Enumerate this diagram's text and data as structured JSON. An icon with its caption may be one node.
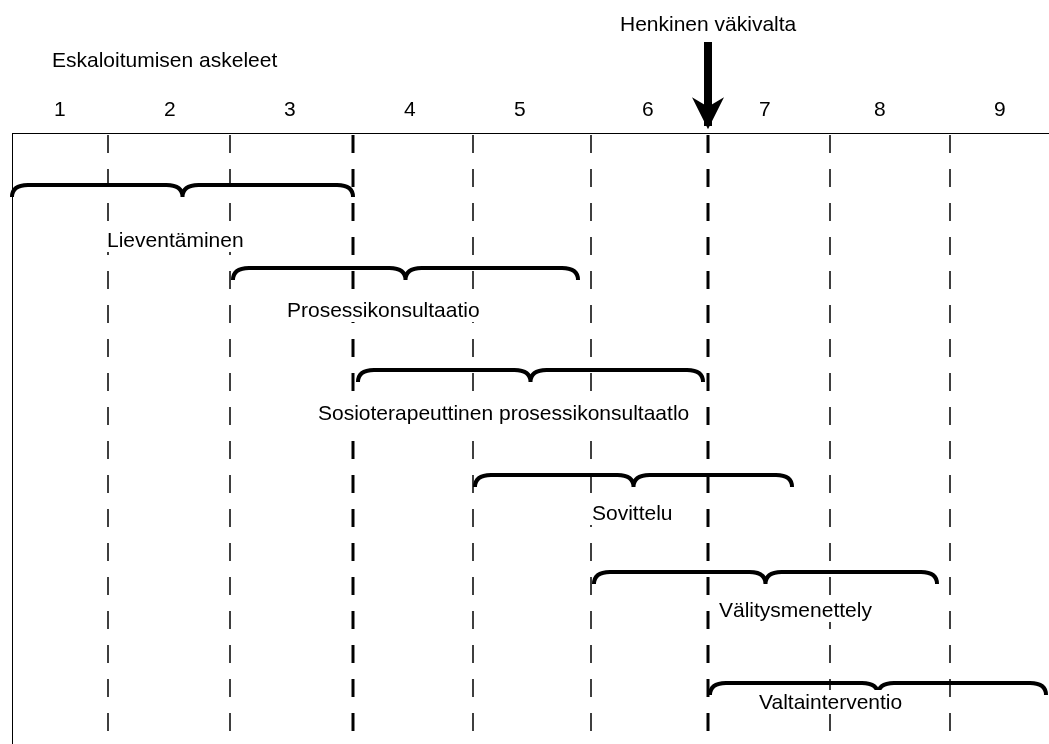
{
  "diagram": {
    "nodes": [
      {
        "text": [
          "Henkinen väkivalta"
        ]
      },
      {
        "text": [],
        "shape": "box"
      }
    ],
    "edges": [
      {
        "from": 0,
        "to": 1,
        "arrow": "to"
      }
    ],
    "labels": [
      "Eskaloitumisen askeleet",
      "1",
      "2",
      "3",
      "4",
      "5",
      "6",
      "7",
      "8",
      "9",
      "Lieventäminen",
      "Prosessikonsultaatio",
      "Sosioterapeuttinen prosessikonsultaatlo",
      "Sovittelu",
      "Välitysmenettely",
      "Valtainterventio"
    ]
  }
}
